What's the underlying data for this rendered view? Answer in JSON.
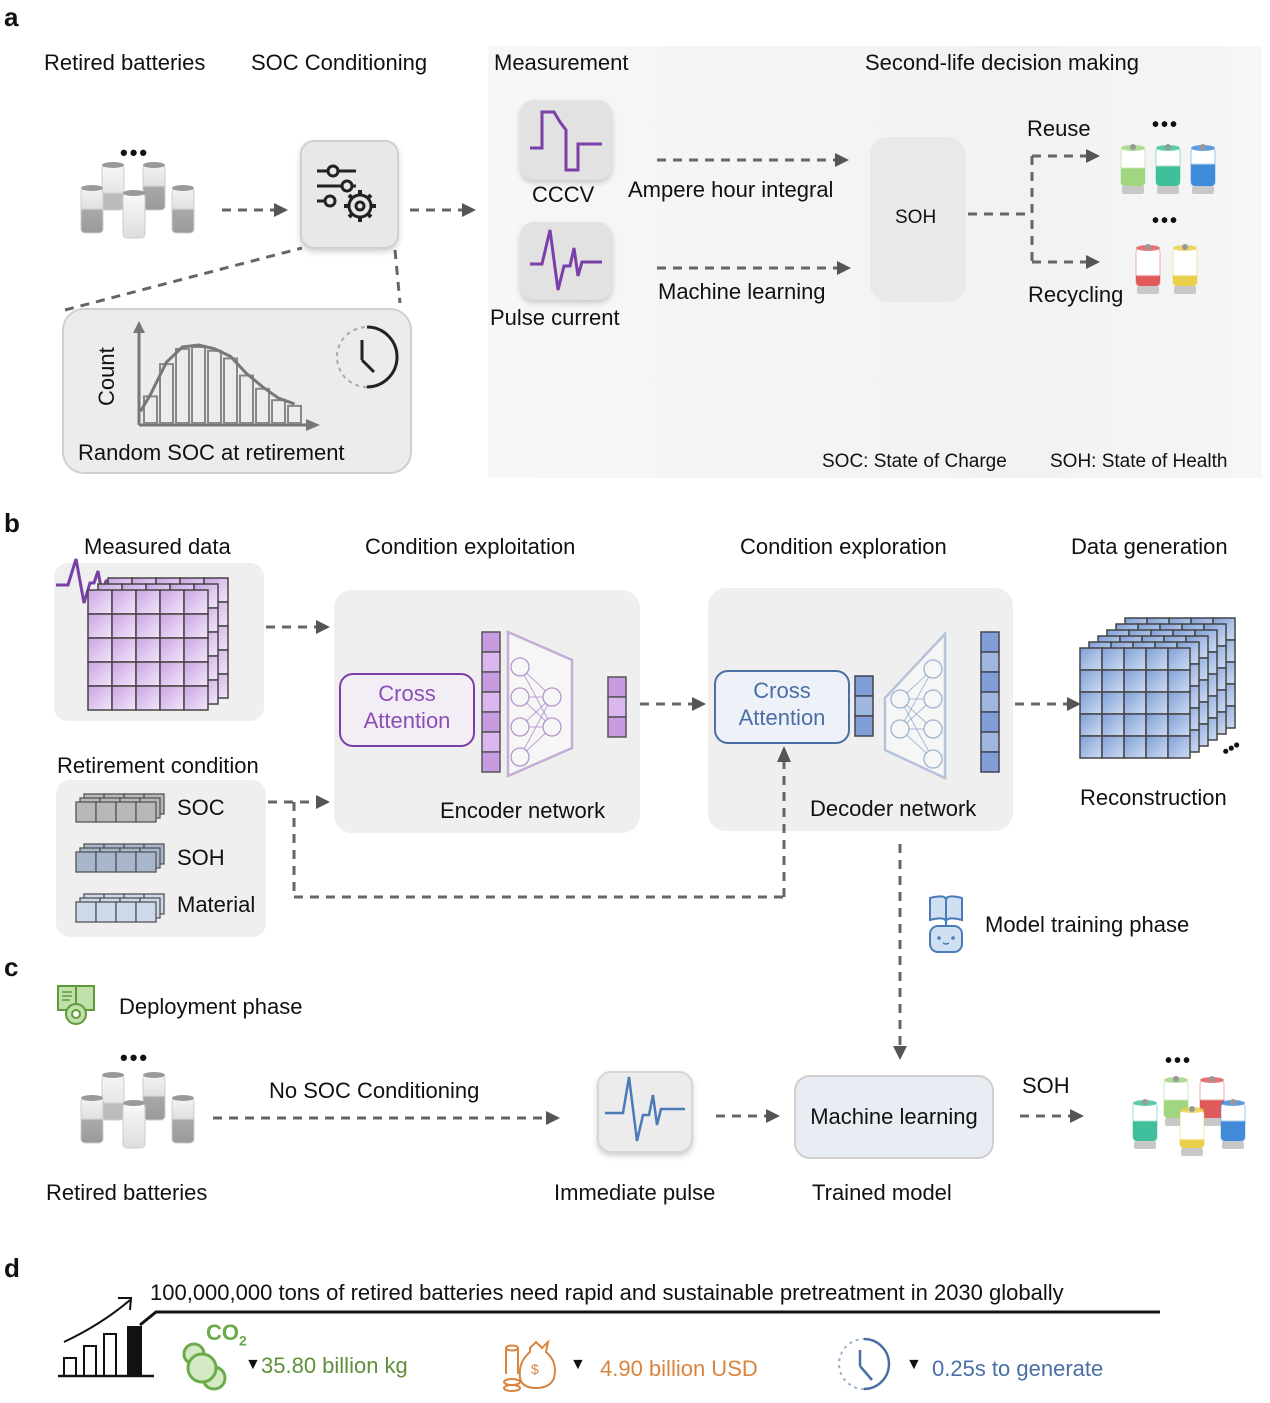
{
  "panel_a": {
    "letter": "a",
    "headers": {
      "retired_batteries": "Retired batteries",
      "soc_conditioning": "SOC Conditioning",
      "measurement": "Measurement",
      "second_life": "Second-life decision making"
    },
    "inset": {
      "y_axis_label": "Count",
      "caption": "Random SOC at retirement",
      "histogram_relative_heights": [
        0.28,
        0.62,
        0.78,
        0.8,
        0.76,
        0.68,
        0.5,
        0.36,
        0.24,
        0.18
      ]
    },
    "measurement_methods": [
      {
        "name": "CCCV",
        "method": "Ampere hour integral"
      },
      {
        "name": "Pulse current",
        "method": "Machine learning"
      }
    ],
    "soh_box": "SOH",
    "outcomes": {
      "reuse": "Reuse",
      "recycling": "Recycling"
    },
    "ellipsis": "•••",
    "legend_soc": "SOC: State of Charge",
    "legend_soh": "SOH: State of Health"
  },
  "panel_b": {
    "letter": "b",
    "headers": {
      "measured_data": "Measured data",
      "condition_exploitation": "Condition exploitation",
      "condition_exploration": "Condition exploration",
      "data_generation": "Data generation"
    },
    "retirement_condition": {
      "title": "Retirement condition",
      "items": [
        "SOC",
        "SOH",
        "Material"
      ]
    },
    "encoder": {
      "attention_line1": "Cross",
      "attention_line2": "Attention",
      "label": "Encoder network"
    },
    "decoder": {
      "attention_line1": "Cross",
      "attention_line2": "Attention",
      "label": "Decoder network"
    },
    "reconstruction": "Reconstruction",
    "ellipsis": "•••",
    "training_phase": "Model training phase"
  },
  "panel_c": {
    "letter": "c",
    "deployment_phase": "Deployment phase",
    "retired_batteries": "Retired batteries",
    "no_soc": "No SOC Conditioning",
    "immediate_pulse": "Immediate pulse",
    "ml_box": "Machine learning",
    "trained_model": "Trained model",
    "soh": "SOH",
    "ellipsis": "•••"
  },
  "panel_d": {
    "letter": "d",
    "headline": "100,000,000 tons of retired batteries need rapid and sustainable pretreatment in 2030 globally",
    "co2_label": "CO",
    "co2_sub": "2",
    "metrics": [
      {
        "marker": "▼",
        "value": "35.80 billion kg",
        "color": "#5e8f3a"
      },
      {
        "marker": "▼",
        "value": "4.90 billion USD",
        "color": "#d9843e"
      },
      {
        "marker": "▼",
        "value": "0.25s to generate",
        "color": "#4a6fa5"
      }
    ]
  },
  "colors": {
    "purple": "#7b3fa8",
    "blue": "#4a6fa5",
    "green_icon": "#6cab4a",
    "orange_icon": "#d9843e"
  }
}
